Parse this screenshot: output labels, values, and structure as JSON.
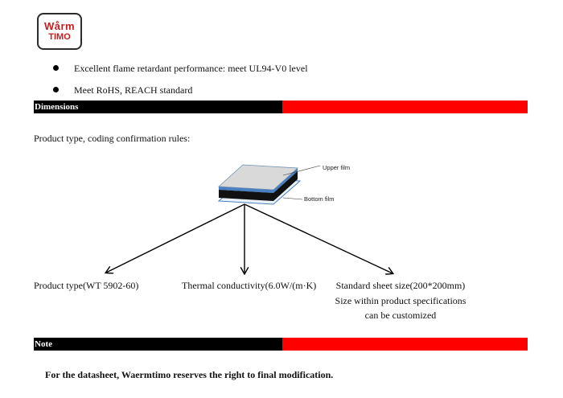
{
  "logo": {
    "line1": "Wårm",
    "line2": "TIMO"
  },
  "bullets": [
    "Excellent flame retardant performance: meet UL94-V0 level",
    "Meet RoHS, REACH standard"
  ],
  "sections": {
    "dimensions_title": "Dimensions",
    "note_title": "Note"
  },
  "dimensions": {
    "intro": "Product type, coding confirmation rules:",
    "diagram": {
      "upper_film_label": "Upper film",
      "bottom_film_label": "Bottom film"
    },
    "labels": {
      "product_type": "Product type(WT 5902-60)",
      "thermal_conductivity": "Thermal conductivity(6.0W/(m·K)",
      "sheet_size_line1": "Standard sheet size(200*200mm)",
      "sheet_size_line2": "Size within product specifications",
      "sheet_size_line3": "can be customized"
    }
  },
  "note": {
    "text": "For the datasheet, Waermtimo reserves the right to final modification."
  },
  "colors": {
    "bar_black": "#000000",
    "bar_red": "#ff0000",
    "logo_red": "#c41e1e"
  }
}
